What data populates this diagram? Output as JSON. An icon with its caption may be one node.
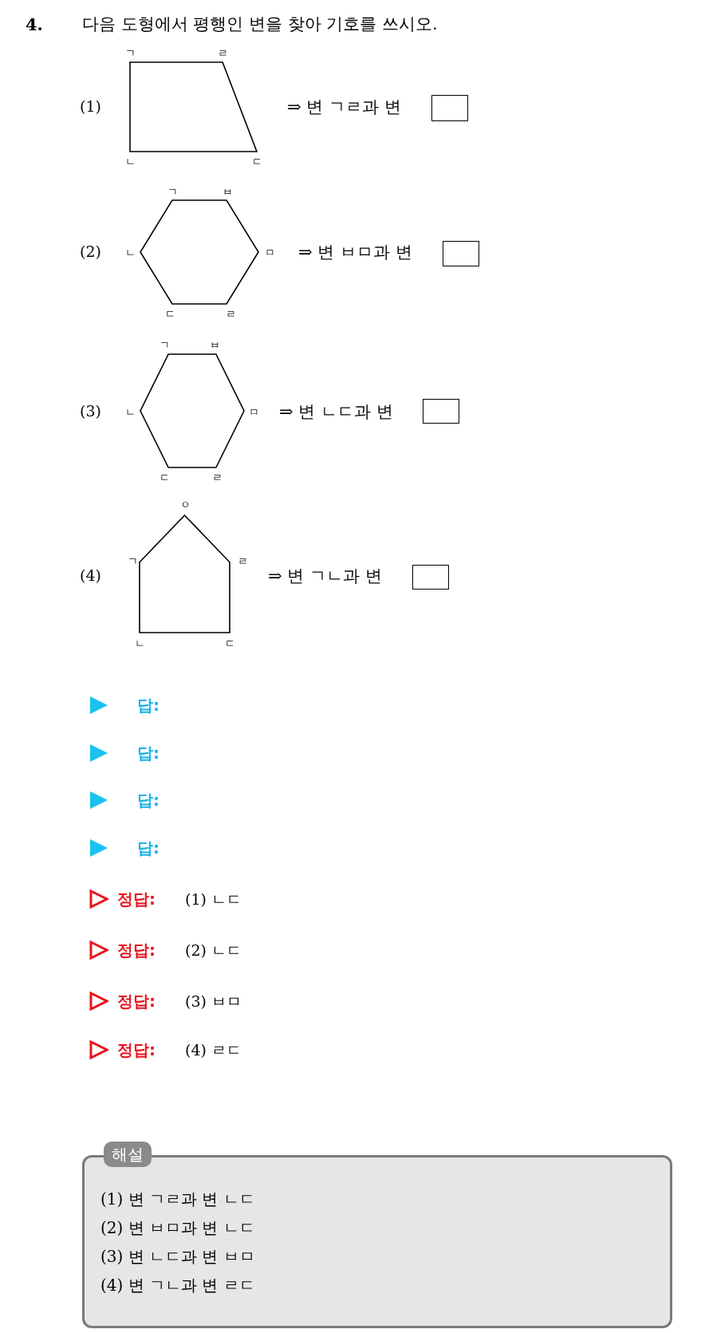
{
  "diagram": {
    "title": "다음 도형에서 평행인 변을 찾아 기호를 쓰시오.",
    "nodes": [
      {
        "text": [],
        "shape": "trapezoid",
        "beside": [
          "ㄱ",
          "ㄹ",
          "ㄴ",
          "ㄷ"
        ]
      },
      {
        "text": [],
        "shape": "hexagon",
        "beside": [
          "ㄱ",
          "ㅂ",
          "ㄴ",
          "ㅁ",
          "ㄷ",
          "ㄹ"
        ]
      },
      {
        "text": [],
        "shape": "hexagon",
        "beside": [
          "ㄱ",
          "ㅂ",
          "ㄴ",
          "ㅁ",
          "ㄷ",
          "ㄹ"
        ]
      },
      {
        "text": [],
        "shape": "pentagon",
        "beside": [
          "ㅇ",
          "ㄱ",
          "ㄹ",
          "ㄴ",
          "ㄷ"
        ]
      },
      {
        "text": [
          "해설",
          "(1) 변 ㄱㄹ과 변 ㄴㄷ",
          "(2) 변 ㅂㅁ과 변 ㄴㄷ",
          "(3) 변 ㄴㄷ과 변 ㅂㅁ",
          "(4) 변 ㄱㄴ과 변 ㄹㄷ"
        ]
      }
    ],
    "labels": [
      "4.",
      "(1)",
      "⇒ 변 ㄱㄹ과 변",
      "(2)",
      "⇒ 변 ㅂㅁ과 변",
      "(3)",
      "⇒ 변 ㄴㄷ과 변",
      "(4)",
      "⇒ 변 ㄱㄴ과 변",
      "답:",
      "답:",
      "답:",
      "답:",
      "정답:",
      "(1) ㄴㄷ",
      "정답:",
      "(2) ㄴㄷ",
      "정답:",
      "(3) ㅂㅁ",
      "정답:",
      "(4) ㄹㄷ"
    ]
  }
}
